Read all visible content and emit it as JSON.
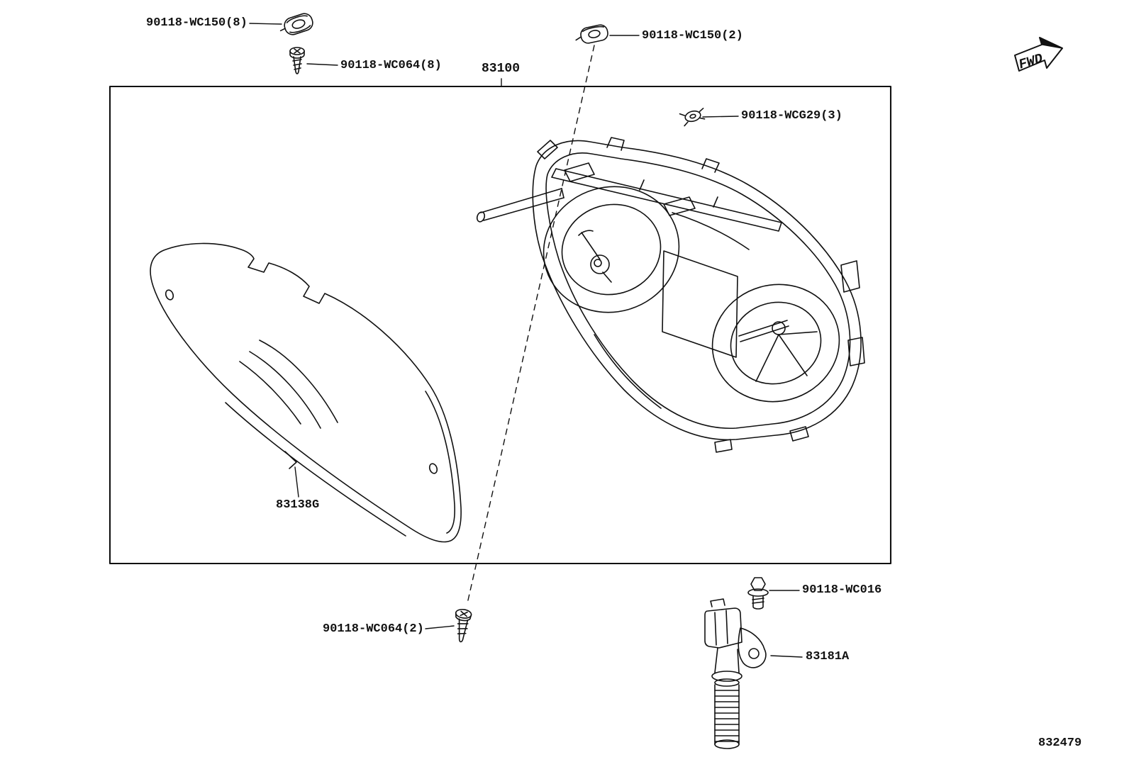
{
  "page": {
    "background_color": "#ffffff",
    "line_color": "#111111"
  },
  "figure": {
    "number": "832479",
    "fwd_label": "FWD"
  },
  "callouts": {
    "clip_top_left": "90118-WC150(8)",
    "screw_top": "90118-WC064(8)",
    "assembly": "83100",
    "clip_top_right": "90118-WC150(2)",
    "clip_wcg29": "90118-WCG29(3)",
    "lens": "83138G",
    "screw_bottom": "90118-WC064(2)",
    "bolt": "90118-WC016",
    "speed_sensor": "83181A"
  }
}
